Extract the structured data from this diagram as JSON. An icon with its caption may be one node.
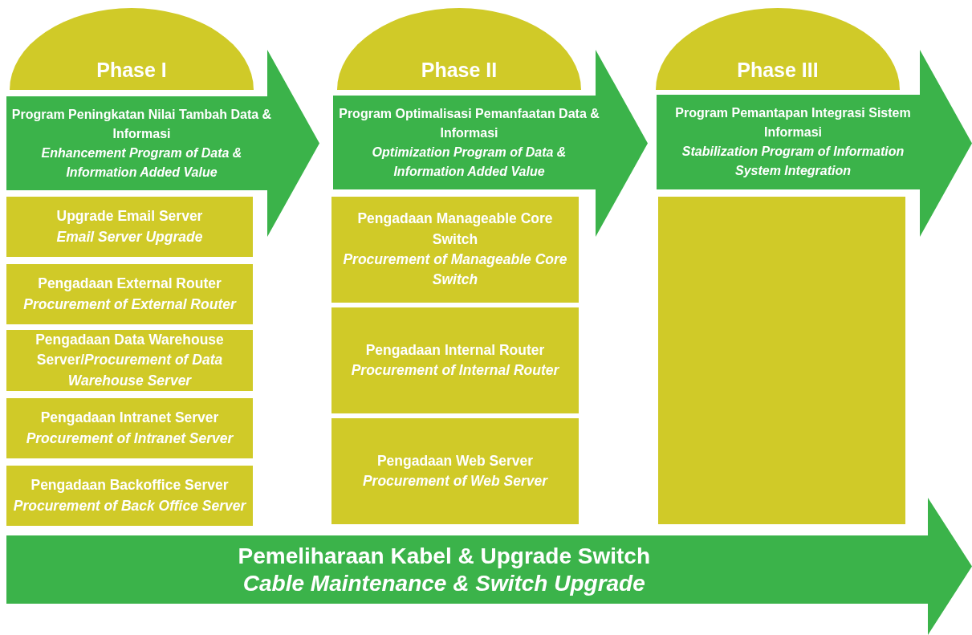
{
  "diagram": {
    "nodes": [
      {
        "text": [
          "Phase I"
        ]
      },
      {
        "text": [
          "Program Peningkatan Nilai Tambah Data & Informasi",
          "Enhancement Program of Data & Information Added Value"
        ]
      },
      {
        "text": [
          "Upgrade Email Server",
          "Email Server Upgrade"
        ]
      },
      {
        "text": [
          "Pengadaan External Router",
          "Procurement of External Router"
        ]
      },
      {
        "text": [
          "Pengadaan Data Warehouse Server/*Procurement of Data Warehouse Server*"
        ]
      },
      {
        "text": [
          "Pengadaan Intranet Server",
          "Procurement of Intranet Server"
        ]
      },
      {
        "text": [
          "Pengadaan Backoffice Server",
          "Procurement of Back Office Server"
        ]
      },
      {
        "text": [
          "Phase II"
        ]
      },
      {
        "text": [
          "Program Optimalisasi Pemanfaatan Data & Informasi",
          "Optimization Program of Data & Information Added Value"
        ]
      },
      {
        "text": [
          "Pengadaan Manageable Core Switch",
          "Procurement of Manageable Core Switch"
        ]
      },
      {
        "text": [
          "Pengadaan Internal Router",
          "Procurement of  Internal Router"
        ]
      },
      {
        "text": [
          "Pengadaan Web Server",
          "Procurement of Web Server"
        ]
      },
      {
        "text": [
          "Phase III"
        ]
      },
      {
        "text": [
          "Program Pemantapan Integrasi Sistem Informasi",
          "Stabilization Program of Information System Integration"
        ]
      },
      {
        "text": [],
        "shape": "box"
      },
      {
        "text": [
          "Pemeliharaan Kabel & Upgrade Switch",
          "Cable Maintenance & Switch Upgrade"
        ]
      }
    ]
  }
}
